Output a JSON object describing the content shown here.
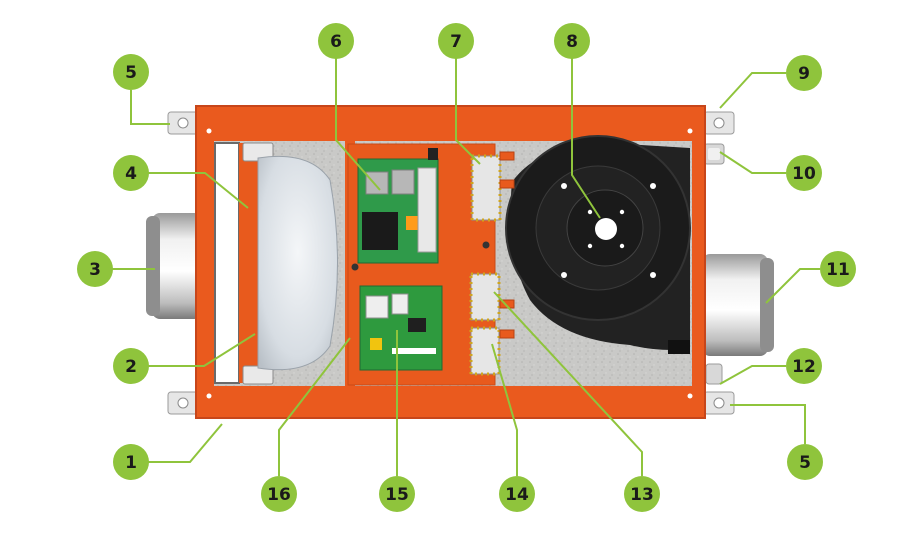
{
  "colors": {
    "housing": "#ea5a1e",
    "housing_dark": "#c7461a",
    "interior": "#c8c8c6",
    "callout": "#8fc43c",
    "leader": "#8fc43c",
    "label_text": "#1a1a1a",
    "fan": "#1e1e1e",
    "pcb": "#2f9a4a",
    "duct": "#d9d9d9",
    "terminal": "#e7e7e7"
  },
  "callouts": [
    {
      "id": "1",
      "label": "1"
    },
    {
      "id": "2",
      "label": "2"
    },
    {
      "id": "3",
      "label": "3"
    },
    {
      "id": "4",
      "label": "4"
    },
    {
      "id": "5a",
      "label": "5"
    },
    {
      "id": "5b",
      "label": "5"
    },
    {
      "id": "6",
      "label": "6"
    },
    {
      "id": "7",
      "label": "7"
    },
    {
      "id": "8",
      "label": "8"
    },
    {
      "id": "9",
      "label": "9"
    },
    {
      "id": "10",
      "label": "10"
    },
    {
      "id": "11",
      "label": "11"
    },
    {
      "id": "12",
      "label": "12"
    },
    {
      "id": "13",
      "label": "13"
    },
    {
      "id": "14",
      "label": "14"
    },
    {
      "id": "15",
      "label": "15"
    },
    {
      "id": "16",
      "label": "16"
    }
  ]
}
